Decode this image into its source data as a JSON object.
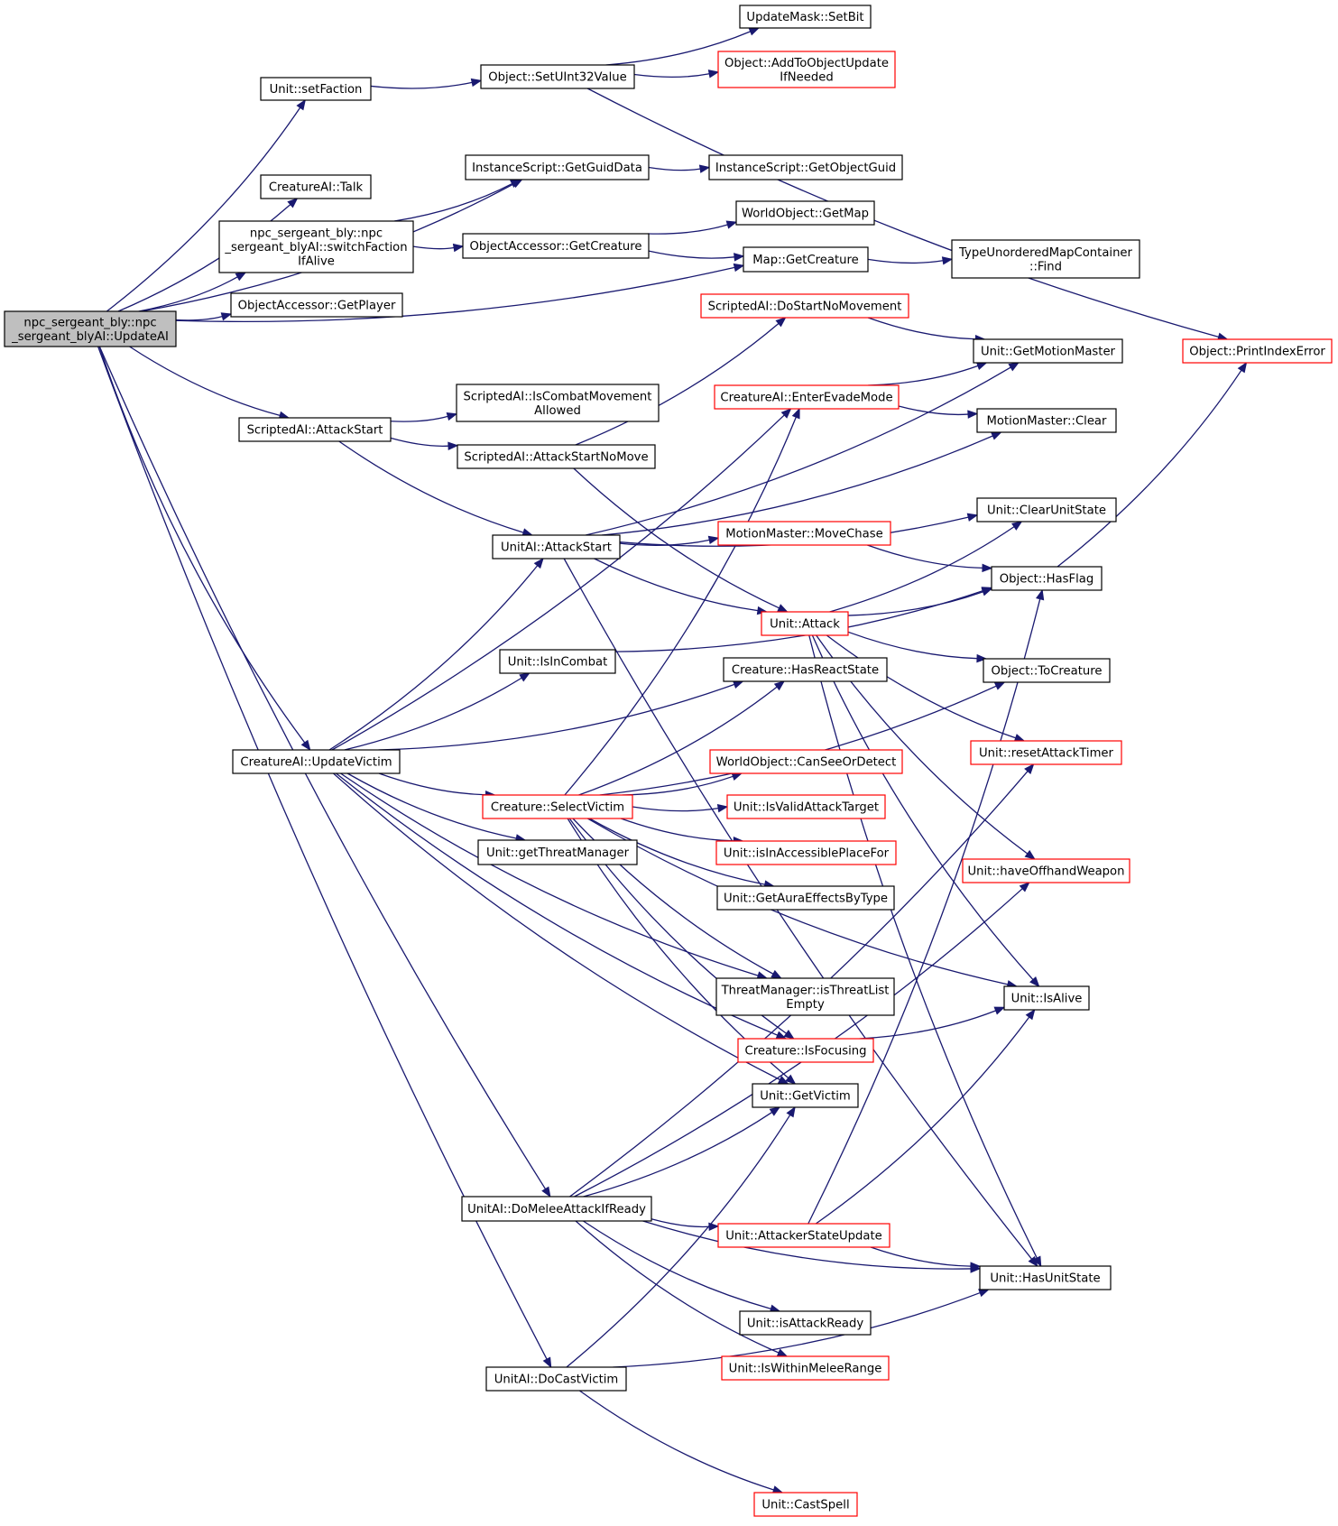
{
  "graph": {
    "nodes": [
      {
        "id": "root",
        "lines": [
          "npc_sergeant_bly::npc",
          "_sergeant_blyAI::UpdateAI"
        ],
        "style": "root"
      },
      {
        "id": "setFaction",
        "lines": [
          "Unit::setFaction"
        ],
        "style": "normal"
      },
      {
        "id": "setUInt32",
        "lines": [
          "Object::SetUInt32Value"
        ],
        "style": "normal"
      },
      {
        "id": "setBit",
        "lines": [
          "UpdateMask::SetBit"
        ],
        "style": "normal"
      },
      {
        "id": "addToObjUpd",
        "lines": [
          "Object::AddToObjectUpdate",
          "IfNeeded"
        ],
        "style": "red"
      },
      {
        "id": "getGuidData",
        "lines": [
          "InstanceScript::GetGuidData"
        ],
        "style": "normal"
      },
      {
        "id": "getObjectGuid",
        "lines": [
          "InstanceScript::GetObjectGuid"
        ],
        "style": "normal"
      },
      {
        "id": "talk",
        "lines": [
          "CreatureAI::Talk"
        ],
        "style": "normal"
      },
      {
        "id": "switchFaction",
        "lines": [
          "npc_sergeant_bly::npc",
          "_sergeant_blyAI::switchFaction",
          "IfAlive"
        ],
        "style": "normal"
      },
      {
        "id": "getMap",
        "lines": [
          "WorldObject::GetMap"
        ],
        "style": "normal"
      },
      {
        "id": "oaGetCreature",
        "lines": [
          "ObjectAccessor::GetCreature"
        ],
        "style": "normal"
      },
      {
        "id": "mapGetCreature",
        "lines": [
          "Map::GetCreature"
        ],
        "style": "normal"
      },
      {
        "id": "tumcFind",
        "lines": [
          "TypeUnorderedMapContainer",
          "::Find"
        ],
        "style": "normal"
      },
      {
        "id": "getPlayer",
        "lines": [
          "ObjectAccessor::GetPlayer"
        ],
        "style": "normal"
      },
      {
        "id": "doStartNoMove",
        "lines": [
          "ScriptedAI::DoStartNoMovement"
        ],
        "style": "red"
      },
      {
        "id": "getMotionMaster",
        "lines": [
          "Unit::GetMotionMaster"
        ],
        "style": "normal"
      },
      {
        "id": "printIndexError",
        "lines": [
          "Object::PrintIndexError"
        ],
        "style": "red"
      },
      {
        "id": "saAttackStart",
        "lines": [
          "ScriptedAI::AttackStart"
        ],
        "style": "normal"
      },
      {
        "id": "isCombatMoveAllowed",
        "lines": [
          "ScriptedAI::IsCombatMovement",
          "Allowed"
        ],
        "style": "normal"
      },
      {
        "id": "enterEvade",
        "lines": [
          "CreatureAI::EnterEvadeMode"
        ],
        "style": "red"
      },
      {
        "id": "mmClear",
        "lines": [
          "MotionMaster::Clear"
        ],
        "style": "normal"
      },
      {
        "id": "attackStartNoMove",
        "lines": [
          "ScriptedAI::AttackStartNoMove"
        ],
        "style": "normal"
      },
      {
        "id": "clearUnitState",
        "lines": [
          "Unit::ClearUnitState"
        ],
        "style": "normal"
      },
      {
        "id": "uaAttackStart",
        "lines": [
          "UnitAI::AttackStart"
        ],
        "style": "normal"
      },
      {
        "id": "moveChase",
        "lines": [
          "MotionMaster::MoveChase"
        ],
        "style": "red"
      },
      {
        "id": "hasFlag",
        "lines": [
          "Object::HasFlag"
        ],
        "style": "normal"
      },
      {
        "id": "unitAttack",
        "lines": [
          "Unit::Attack"
        ],
        "style": "red"
      },
      {
        "id": "isInCombat",
        "lines": [
          "Unit::IsInCombat"
        ],
        "style": "normal"
      },
      {
        "id": "hasReactState",
        "lines": [
          "Creature::HasReactState"
        ],
        "style": "normal"
      },
      {
        "id": "toCreature",
        "lines": [
          "Object::ToCreature"
        ],
        "style": "normal"
      },
      {
        "id": "updateVictim",
        "lines": [
          "CreatureAI::UpdateVictim"
        ],
        "style": "normal"
      },
      {
        "id": "canSeeOrDetect",
        "lines": [
          "WorldObject::CanSeeOrDetect"
        ],
        "style": "red"
      },
      {
        "id": "resetAttackTimer",
        "lines": [
          "Unit::resetAttackTimer"
        ],
        "style": "red"
      },
      {
        "id": "selectVictim",
        "lines": [
          "Creature::SelectVictim"
        ],
        "style": "red"
      },
      {
        "id": "isValidAttackTarget",
        "lines": [
          "Unit::IsValidAttackTarget"
        ],
        "style": "red"
      },
      {
        "id": "getThreatManager",
        "lines": [
          "Unit::getThreatManager"
        ],
        "style": "normal"
      },
      {
        "id": "isInAccessiblePlace",
        "lines": [
          "Unit::isInAccessiblePlaceFor"
        ],
        "style": "red"
      },
      {
        "id": "haveOffhand",
        "lines": [
          "Unit::haveOffhandWeapon"
        ],
        "style": "red"
      },
      {
        "id": "getAuraEffects",
        "lines": [
          "Unit::GetAuraEffectsByType"
        ],
        "style": "normal"
      },
      {
        "id": "isThreatListEmpty",
        "lines": [
          "ThreatManager::isThreatList",
          "Empty"
        ],
        "style": "normal"
      },
      {
        "id": "isAlive",
        "lines": [
          "Unit::IsAlive"
        ],
        "style": "normal"
      },
      {
        "id": "isFocusing",
        "lines": [
          "Creature::IsFocusing"
        ],
        "style": "red"
      },
      {
        "id": "getVictim",
        "lines": [
          "Unit::GetVictim"
        ],
        "style": "normal"
      },
      {
        "id": "doMelee",
        "lines": [
          "UnitAI::DoMeleeAttackIfReady"
        ],
        "style": "normal"
      },
      {
        "id": "attackerStateUpdate",
        "lines": [
          "Unit::AttackerStateUpdate"
        ],
        "style": "red"
      },
      {
        "id": "hasUnitState",
        "lines": [
          "Unit::HasUnitState"
        ],
        "style": "normal"
      },
      {
        "id": "isAttackReady",
        "lines": [
          "Unit::isAttackReady"
        ],
        "style": "normal"
      },
      {
        "id": "doCastVictim",
        "lines": [
          "UnitAI::DoCastVictim"
        ],
        "style": "normal"
      },
      {
        "id": "isWithinMelee",
        "lines": [
          "Unit::IsWithinMeleeRange"
        ],
        "style": "red"
      },
      {
        "id": "castSpell",
        "lines": [
          "Unit::CastSpell"
        ],
        "style": "red"
      }
    ],
    "edges": [
      [
        "root",
        "setFaction"
      ],
      [
        "root",
        "getGuidData"
      ],
      [
        "root",
        "talk"
      ],
      [
        "root",
        "switchFaction"
      ],
      [
        "root",
        "getPlayer"
      ],
      [
        "root",
        "mapGetCreature"
      ],
      [
        "root",
        "saAttackStart"
      ],
      [
        "root",
        "updateVictim"
      ],
      [
        "root",
        "doMelee"
      ],
      [
        "root",
        "doCastVictim"
      ],
      [
        "setFaction",
        "setUInt32"
      ],
      [
        "setUInt32",
        "setBit"
      ],
      [
        "setUInt32",
        "addToObjUpd"
      ],
      [
        "setUInt32",
        "printIndexError"
      ],
      [
        "getGuidData",
        "getObjectGuid"
      ],
      [
        "switchFaction",
        "getGuidData"
      ],
      [
        "switchFaction",
        "oaGetCreature"
      ],
      [
        "oaGetCreature",
        "getMap"
      ],
      [
        "oaGetCreature",
        "mapGetCreature"
      ],
      [
        "mapGetCreature",
        "tumcFind"
      ],
      [
        "saAttackStart",
        "isCombatMoveAllowed"
      ],
      [
        "saAttackStart",
        "attackStartNoMove"
      ],
      [
        "saAttackStart",
        "uaAttackStart"
      ],
      [
        "attackStartNoMove",
        "doStartNoMove"
      ],
      [
        "attackStartNoMove",
        "unitAttack"
      ],
      [
        "doStartNoMove",
        "getMotionMaster"
      ],
      [
        "enterEvade",
        "getMotionMaster"
      ],
      [
        "enterEvade",
        "mmClear"
      ],
      [
        "uaAttackStart",
        "getMotionMaster"
      ],
      [
        "uaAttackStart",
        "mmClear"
      ],
      [
        "uaAttackStart",
        "clearUnitState"
      ],
      [
        "uaAttackStart",
        "moveChase"
      ],
      [
        "uaAttackStart",
        "unitAttack"
      ],
      [
        "uaAttackStart",
        "hasUnitState"
      ],
      [
        "moveChase",
        "hasFlag"
      ],
      [
        "hasFlag",
        "printIndexError"
      ],
      [
        "unitAttack",
        "clearUnitState"
      ],
      [
        "unitAttack",
        "hasFlag"
      ],
      [
        "unitAttack",
        "toCreature"
      ],
      [
        "unitAttack",
        "resetAttackTimer"
      ],
      [
        "unitAttack",
        "haveOffhand"
      ],
      [
        "unitAttack",
        "isAlive"
      ],
      [
        "unitAttack",
        "hasUnitState"
      ],
      [
        "isInCombat",
        "hasFlag"
      ],
      [
        "updateVictim",
        "enterEvade"
      ],
      [
        "updateVictim",
        "uaAttackStart"
      ],
      [
        "updateVictim",
        "isInCombat"
      ],
      [
        "updateVictim",
        "hasReactState"
      ],
      [
        "updateVictim",
        "selectVictim"
      ],
      [
        "updateVictim",
        "getThreatManager"
      ],
      [
        "updateVictim",
        "isThreatListEmpty"
      ],
      [
        "updateVictim",
        "isFocusing"
      ],
      [
        "updateVictim",
        "getVictim"
      ],
      [
        "selectVictim",
        "enterEvade"
      ],
      [
        "selectVictim",
        "hasReactState"
      ],
      [
        "selectVictim",
        "toCreature"
      ],
      [
        "selectVictim",
        "canSeeOrDetect"
      ],
      [
        "selectVictim",
        "isValidAttackTarget"
      ],
      [
        "selectVictim",
        "isInAccessiblePlace"
      ],
      [
        "selectVictim",
        "getAuraEffects"
      ],
      [
        "selectVictim",
        "isThreatListEmpty"
      ],
      [
        "selectVictim",
        "isAlive"
      ],
      [
        "selectVictim",
        "isFocusing"
      ],
      [
        "selectVictim",
        "getVictim"
      ],
      [
        "isFocusing",
        "isAlive"
      ],
      [
        "doMelee",
        "getVictim"
      ],
      [
        "doMelee",
        "attackerStateUpdate"
      ],
      [
        "doMelee",
        "isAttackReady"
      ],
      [
        "doMelee",
        "isWithinMelee"
      ],
      [
        "doMelee",
        "hasUnitState"
      ],
      [
        "doMelee",
        "resetAttackTimer"
      ],
      [
        "doMelee",
        "haveOffhand"
      ],
      [
        "attackerStateUpdate",
        "hasFlag"
      ],
      [
        "attackerStateUpdate",
        "isAlive"
      ],
      [
        "attackerStateUpdate",
        "hasUnitState"
      ],
      [
        "doCastVictim",
        "getVictim"
      ],
      [
        "doCastVictim",
        "castSpell"
      ],
      [
        "doCastVictim",
        "hasUnitState"
      ]
    ]
  }
}
